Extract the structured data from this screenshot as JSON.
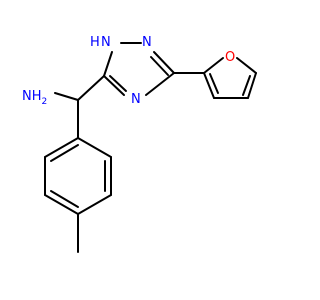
{
  "molecule": {
    "atoms": {
      "amine": "NH",
      "amine_sub": "2",
      "triazole_nh": "H",
      "triazole_n_top": "N",
      "triazole_n_right": "N",
      "triazole_n_bottom": "N",
      "furan_o": "O"
    },
    "colors": {
      "nitrogen": "#0000FF",
      "oxygen": "#FF0000",
      "bond": "#000000",
      "background": "#FFFFFF"
    }
  }
}
